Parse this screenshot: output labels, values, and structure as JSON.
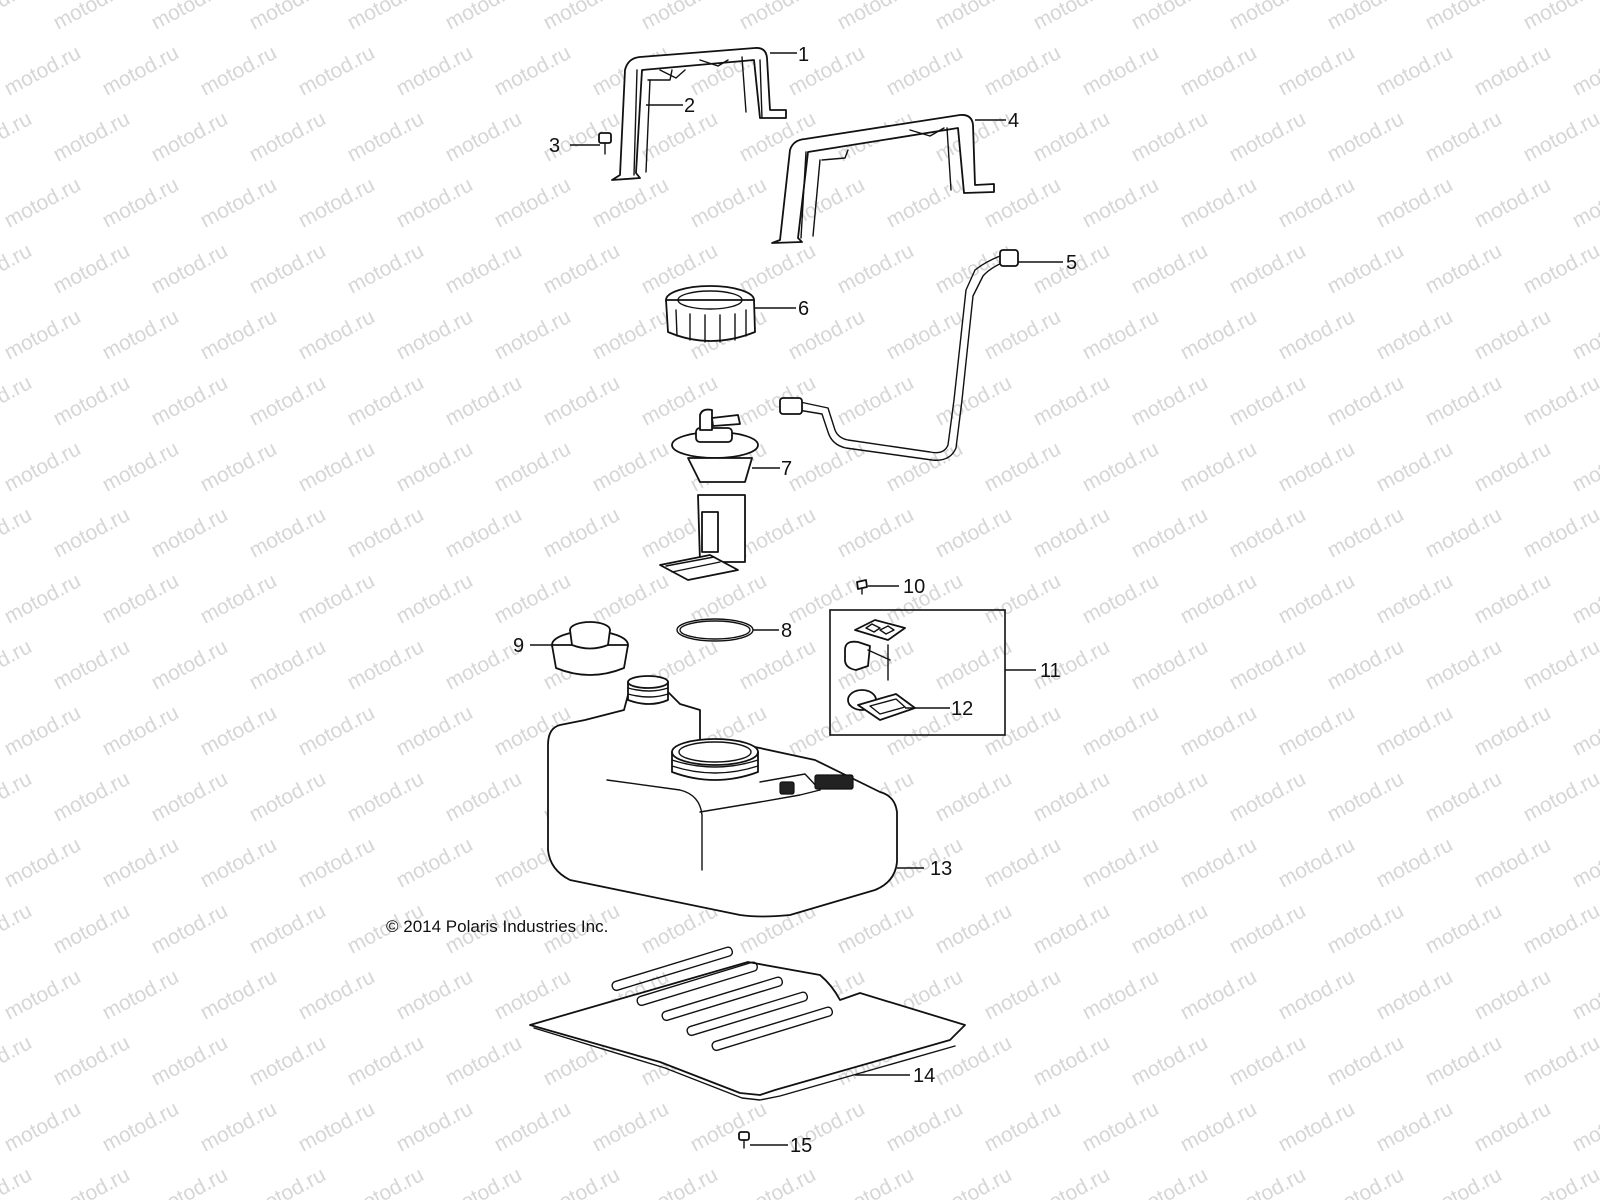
{
  "watermark": "motod.ru",
  "copyright": "© 2014 Polaris Industries Inc.",
  "callouts": [
    "1",
    "2",
    "3",
    "4",
    "5",
    "6",
    "7",
    "8",
    "9",
    "10",
    "11",
    "12",
    "13",
    "14",
    "15"
  ]
}
